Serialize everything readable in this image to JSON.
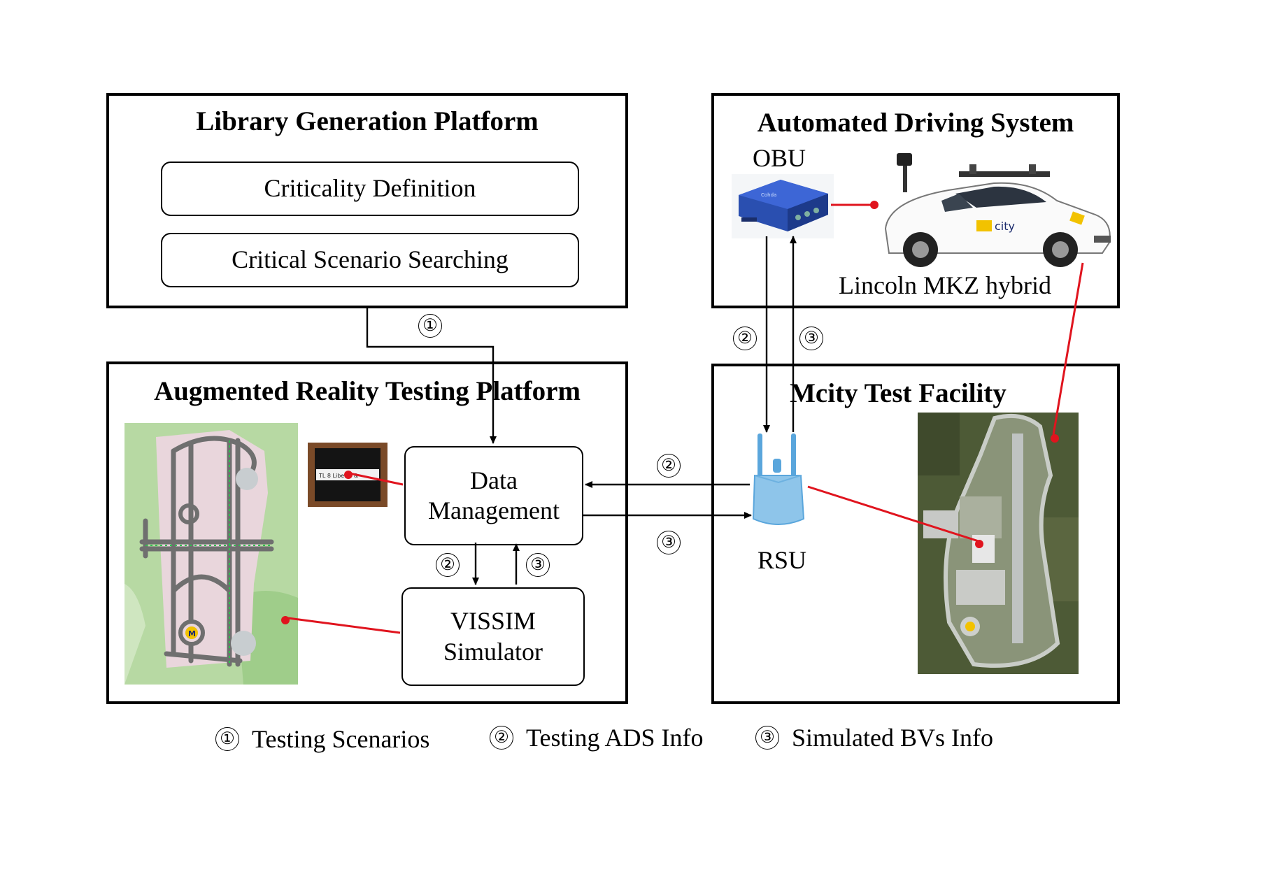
{
  "panels": {
    "library": {
      "title": "Library Generation Platform",
      "boxes": [
        "Criticality Definition",
        "Critical Scenario Searching"
      ]
    },
    "ads": {
      "title": "Automated Driving System",
      "obu_label": "OBU",
      "vehicle_label": "Lincoln MKZ hybrid"
    },
    "ar": {
      "title": "Augmented Reality Testing Platform",
      "data_management": "Data Management",
      "vissim": "VISSIM Simulator"
    },
    "mcity": {
      "title": "Mcity Test Facility",
      "rsu_label": "RSU"
    }
  },
  "markers": {
    "one": "①",
    "two": "②",
    "three": "③"
  },
  "legend": [
    {
      "marker": "①",
      "text": "Testing Scenarios"
    },
    {
      "marker": "②",
      "text": "Testing ADS Info"
    },
    {
      "marker": "③",
      "text": "Simulated BVs Info"
    }
  ],
  "colors": {
    "connector": "#e0141e",
    "arrow": "#000000",
    "rsu": "#8ec5ea",
    "obu": "#2a4fb0"
  }
}
